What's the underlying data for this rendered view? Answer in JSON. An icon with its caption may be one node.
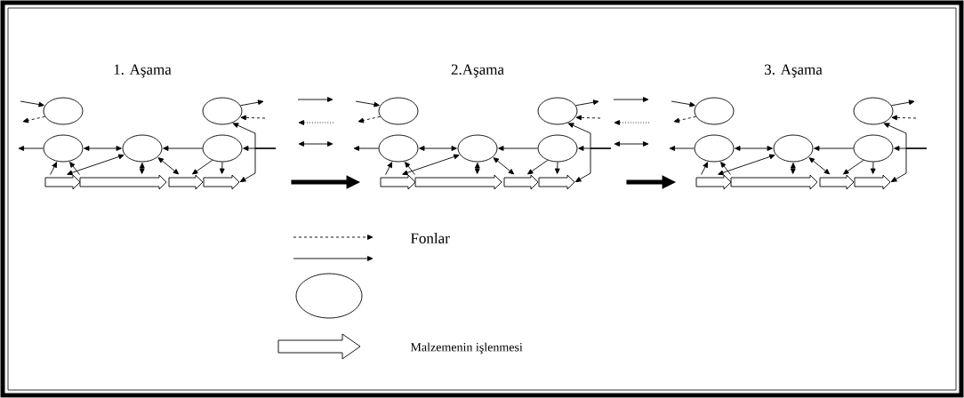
{
  "diagram": {
    "nodes": [
      {
        "text": [],
        "shape": "ellipse"
      },
      {
        "text": [],
        "shape": "ellipse"
      },
      {
        "text": [],
        "shape": "ellipse"
      },
      {
        "text": [],
        "shape": "ellipse"
      },
      {
        "text": [],
        "shape": "ellipse"
      },
      {
        "text": [],
        "shape": "arrow"
      },
      {
        "text": [],
        "shape": "arrow"
      },
      {
        "text": [],
        "shape": "arrow"
      },
      {
        "text": [],
        "shape": "arrow"
      },
      {
        "text": [],
        "shape": "ellipse"
      },
      {
        "text": [],
        "shape": "ellipse"
      },
      {
        "text": [],
        "shape": "ellipse"
      },
      {
        "text": [],
        "shape": "ellipse"
      },
      {
        "text": [],
        "shape": "ellipse"
      },
      {
        "text": [],
        "shape": "arrow"
      },
      {
        "text": [],
        "shape": "arrow"
      },
      {
        "text": [],
        "shape": "arrow"
      },
      {
        "text": [],
        "shape": "arrow"
      },
      {
        "text": [],
        "shape": "ellipse"
      },
      {
        "text": [],
        "shape": "ellipse"
      },
      {
        "text": [],
        "shape": "ellipse"
      },
      {
        "text": [],
        "shape": "ellipse"
      },
      {
        "text": [],
        "shape": "ellipse"
      },
      {
        "text": [],
        "shape": "arrow"
      },
      {
        "text": [],
        "shape": "arrow"
      },
      {
        "text": [],
        "shape": "arrow"
      },
      {
        "text": [],
        "shape": "arrow"
      }
    ],
    "edges": [
      {
        "from": null,
        "to": 0,
        "arrow": "to"
      },
      {
        "from": 0,
        "to": null,
        "arrow": "to",
        "style": "dashed"
      },
      {
        "from": 1,
        "to": null,
        "arrow": "to"
      },
      {
        "from": null,
        "to": 1,
        "arrow": "to",
        "style": "dashed"
      },
      {
        "from": 2,
        "to": null,
        "arrow": "to"
      },
      {
        "from": 2,
        "to": 3,
        "arrow": "both"
      },
      {
        "from": 4,
        "to": 3,
        "arrow": "to"
      },
      {
        "from": null,
        "to": 4,
        "arrow": "to"
      },
      {
        "from": null,
        "to": 1,
        "arrow": "to"
      },
      {
        "from": null,
        "to": 8,
        "arrow": "to"
      },
      {
        "from": 5,
        "to": 2,
        "arrow": "to"
      },
      {
        "from": 6,
        "to": 2,
        "arrow": "to"
      },
      {
        "from": 3,
        "to": 5,
        "arrow": "both"
      },
      {
        "from": 3,
        "to": 6,
        "arrow": "both"
      },
      {
        "from": 3,
        "to": 7,
        "arrow": "both"
      },
      {
        "from": 4,
        "to": 7,
        "arrow": "to"
      },
      {
        "from": 4,
        "to": 8,
        "arrow": "to"
      },
      {
        "from": null,
        "to": 9,
        "arrow": "to"
      },
      {
        "from": 9,
        "to": null,
        "arrow": "to",
        "style": "dashed"
      },
      {
        "from": 10,
        "to": null,
        "arrow": "to"
      },
      {
        "from": null,
        "to": 10,
        "arrow": "to",
        "style": "dashed"
      },
      {
        "from": 11,
        "to": null,
        "arrow": "to"
      },
      {
        "from": 11,
        "to": 12,
        "arrow": "both"
      },
      {
        "from": 13,
        "to": 12,
        "arrow": "to"
      },
      {
        "from": null,
        "to": 13,
        "arrow": "to"
      },
      {
        "from": null,
        "to": 10,
        "arrow": "to"
      },
      {
        "from": null,
        "to": 17,
        "arrow": "to"
      },
      {
        "from": 14,
        "to": 11,
        "arrow": "to"
      },
      {
        "from": 15,
        "to": 11,
        "arrow": "to"
      },
      {
        "from": 12,
        "to": 14,
        "arrow": "both"
      },
      {
        "from": 12,
        "to": 15,
        "arrow": "both"
      },
      {
        "from": 12,
        "to": 16,
        "arrow": "both"
      },
      {
        "from": 13,
        "to": 16,
        "arrow": "to"
      },
      {
        "from": 13,
        "to": 17,
        "arrow": "to"
      },
      {
        "from": null,
        "to": 18,
        "arrow": "to"
      },
      {
        "from": 18,
        "to": null,
        "arrow": "to",
        "style": "dashed"
      },
      {
        "from": 19,
        "to": null,
        "arrow": "to"
      },
      {
        "from": null,
        "to": 19,
        "arrow": "to",
        "style": "dashed"
      },
      {
        "from": 20,
        "to": null,
        "arrow": "to"
      },
      {
        "from": 20,
        "to": 21,
        "arrow": "both"
      },
      {
        "from": 22,
        "to": 21,
        "arrow": "to"
      },
      {
        "from": null,
        "to": 22,
        "arrow": "to"
      },
      {
        "from": null,
        "to": 19,
        "arrow": "to"
      },
      {
        "from": null,
        "to": 26,
        "arrow": "to"
      },
      {
        "from": 23,
        "to": 20,
        "arrow": "to"
      },
      {
        "from": 24,
        "to": 20,
        "arrow": "to"
      },
      {
        "from": 21,
        "to": 23,
        "arrow": "both"
      },
      {
        "from": 21,
        "to": 24,
        "arrow": "both"
      },
      {
        "from": 21,
        "to": 25,
        "arrow": "both"
      },
      {
        "from": 22,
        "to": 25,
        "arrow": "to"
      },
      {
        "from": 22,
        "to": 26,
        "arrow": "to"
      },
      {
        "from": 8,
        "to": 14,
        "arrow": "to",
        "style": "thick"
      },
      {
        "from": 17,
        "to": 23,
        "arrow": "to",
        "style": "thick"
      }
    ],
    "labels": [
      "1. Aşama",
      "2.Aşama",
      "3. Aşama"
    ],
    "legend": [
      {
        "text": "Fonlar"
      },
      {
        "text": "Malzemenin işlenmesi"
      }
    ]
  }
}
